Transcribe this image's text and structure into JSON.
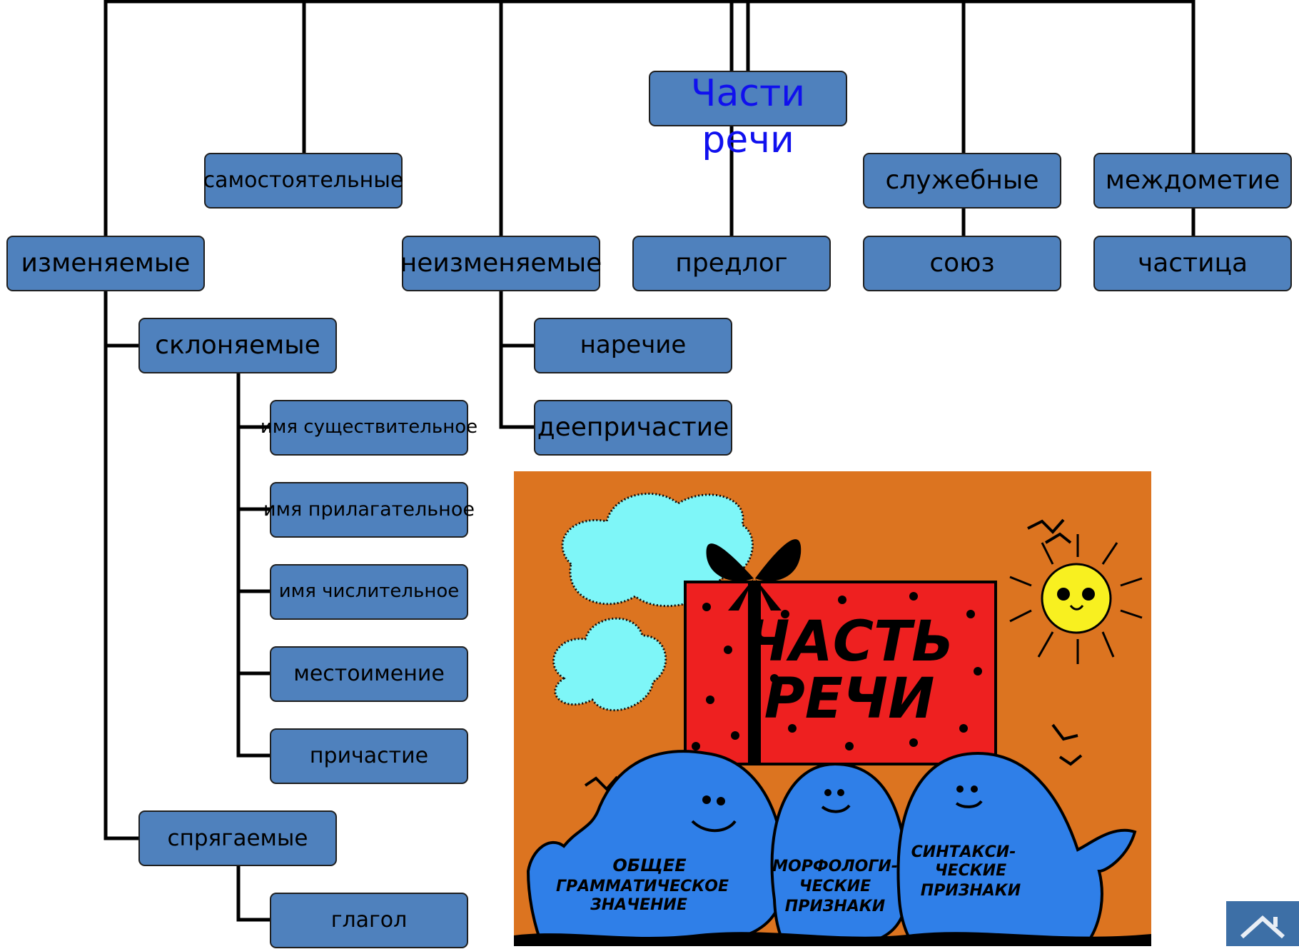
{
  "diagram": {
    "root": {
      "line1": "Части",
      "line2": "речи"
    },
    "groups": {
      "independent": "самостоятельные",
      "service": "служебные",
      "interjection": "междометие"
    },
    "independent_sub": {
      "changeable": "изменяемые",
      "unchangeable": "неизменяемые"
    },
    "service_items": [
      "предлог",
      "союз",
      "частица"
    ],
    "changeable_sub": {
      "declinable": "склоняемые",
      "conjugable": "спрягаемые"
    },
    "declinable_items": [
      "имя существительное",
      "имя прилагательное",
      "имя числительное",
      "местоимение",
      "причастие"
    ],
    "conjugable_items": [
      "глагол"
    ],
    "unchangeable_items": [
      "наречие",
      "деепричастие"
    ]
  },
  "illustration": {
    "box_title_line1": "ЧАСТЬ",
    "box_title_line2": "РЕЧИ",
    "whale_left": [
      "ОБЩЕЕ",
      "ГРАММАТИЧЕСКОЕ",
      "ЗНАЧЕНИЕ"
    ],
    "whale_middle": [
      "МОРФОЛОГИ-",
      "ЧЕСКИЕ",
      "ПРИЗНАКИ"
    ],
    "whale_right": [
      "СИНТАКСИ-",
      "ЧЕСКИЕ",
      "ПРИЗНАКИ"
    ]
  },
  "colors": {
    "node_fill": "#4f81bd",
    "root_text": "#1010ee",
    "picture_bg": "#dc7420",
    "gift_box": "#ee2020",
    "whale": "#2f7fe8",
    "cloud": "#7ef6f8",
    "sun": "#f8f020"
  },
  "icons": {
    "nav": "home-icon"
  }
}
